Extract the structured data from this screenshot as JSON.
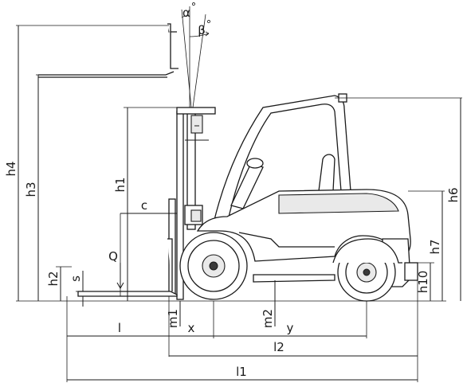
{
  "diagram": {
    "labels": {
      "h1": "h1",
      "h2": "h2",
      "h3": "h3",
      "h4": "h4",
      "h6": "h6",
      "h7": "h7",
      "h10": "h10",
      "s": "s",
      "c": "c",
      "q": "Q",
      "l": "l",
      "l1": "l1",
      "l2": "l2",
      "m1": "m1",
      "m2": "m2",
      "x": "x",
      "y": "y",
      "alpha": "α",
      "beta": "β",
      "degree": "°"
    }
  }
}
